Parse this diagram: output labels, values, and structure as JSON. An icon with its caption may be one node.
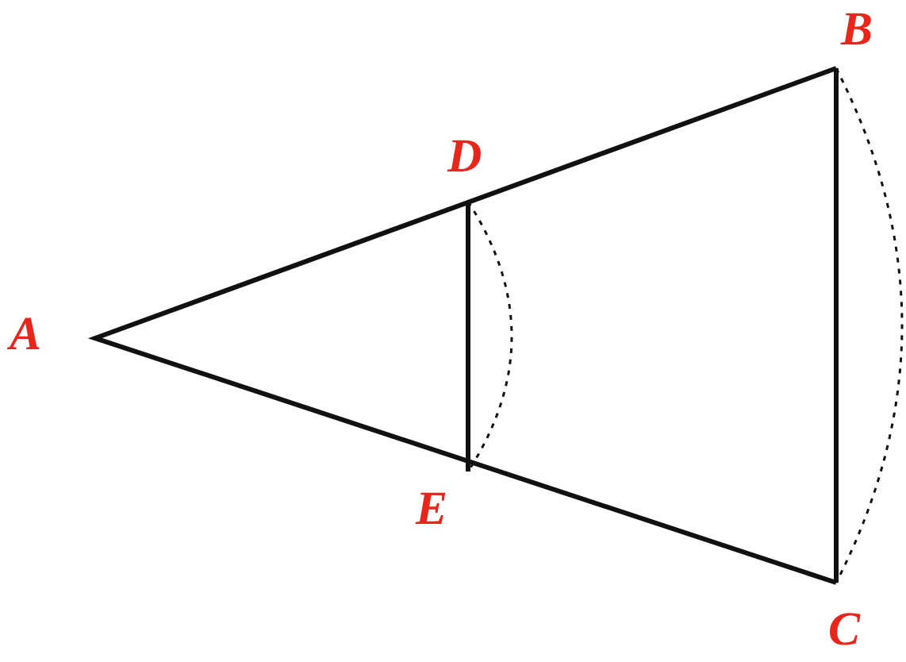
{
  "diagram": {
    "labels": [
      "B",
      "D",
      "A",
      "E",
      "C"
    ]
  }
}
